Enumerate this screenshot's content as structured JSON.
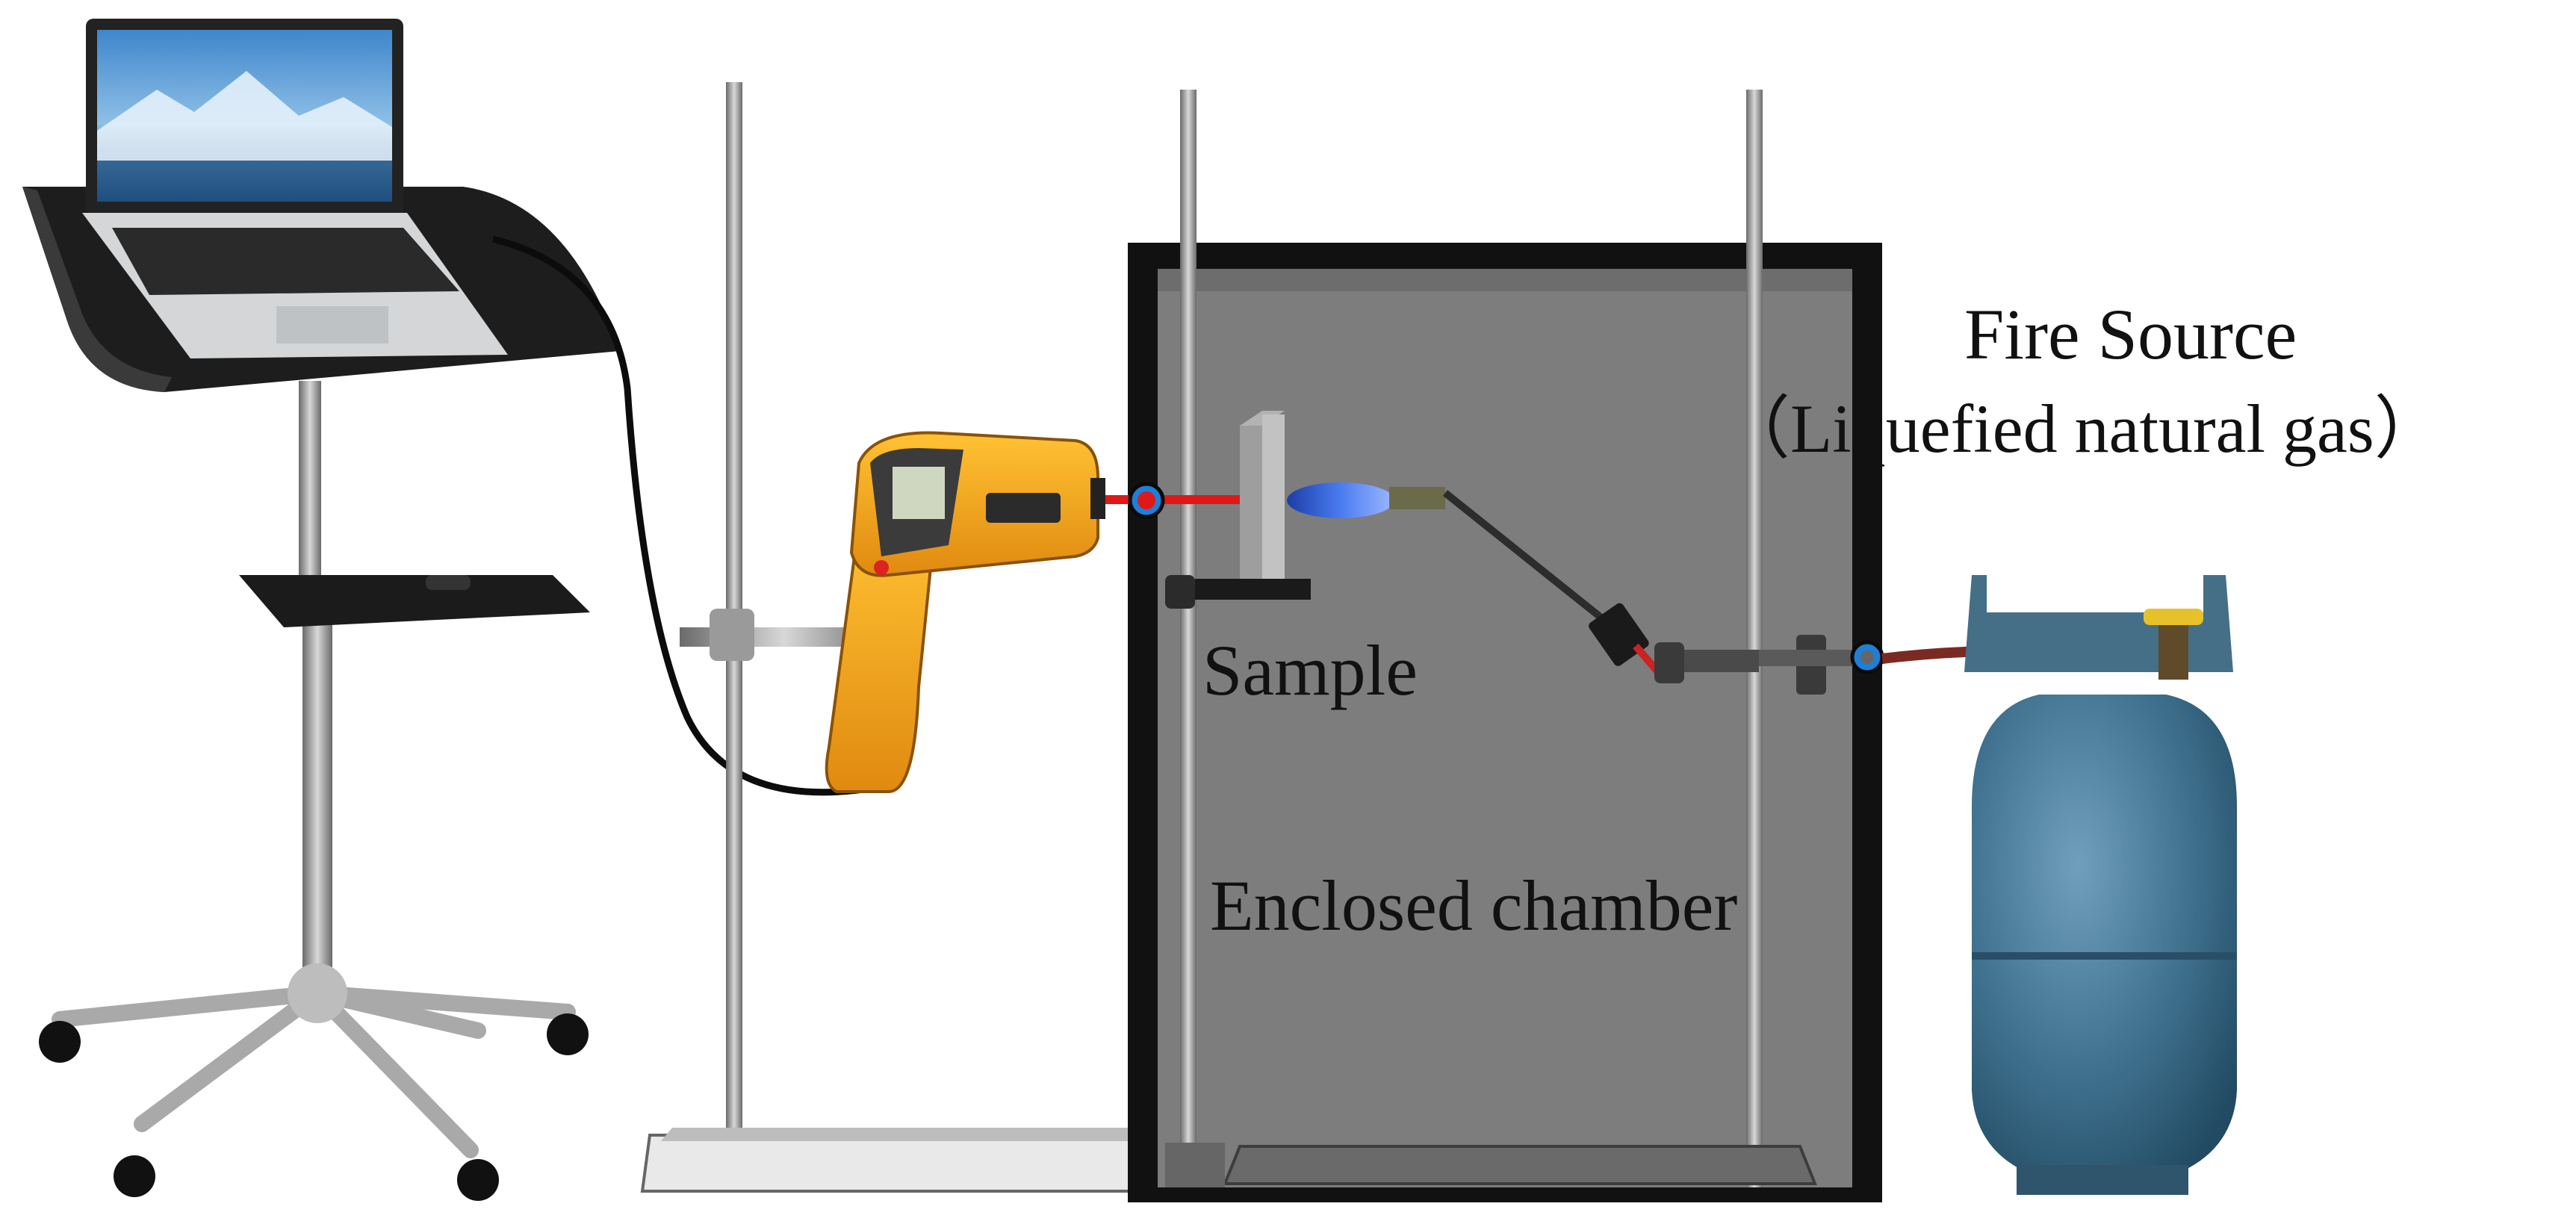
{
  "labels": {
    "sample": "Sample",
    "chamber": "Enclosed chamber",
    "fire_source": "Fire Source",
    "fire_source_detail": "（Liquefied natural gas）"
  },
  "colors": {
    "chamber_fill": "#7c7c7c",
    "chamber_frame": "#111111",
    "thermometer_body": "#f3a11a",
    "laser": "#e01818",
    "flame": "#2f5bd6",
    "gas_cylinder": "#3d6f8c",
    "hose": "#7a2a22",
    "laptop_screen": "#2f82c4"
  },
  "icons": [
    "laptop-icon",
    "laptop-stand-icon",
    "retort-stand-icon",
    "infrared-thermometer-icon",
    "burner-torch-icon",
    "gas-cylinder-icon"
  ]
}
